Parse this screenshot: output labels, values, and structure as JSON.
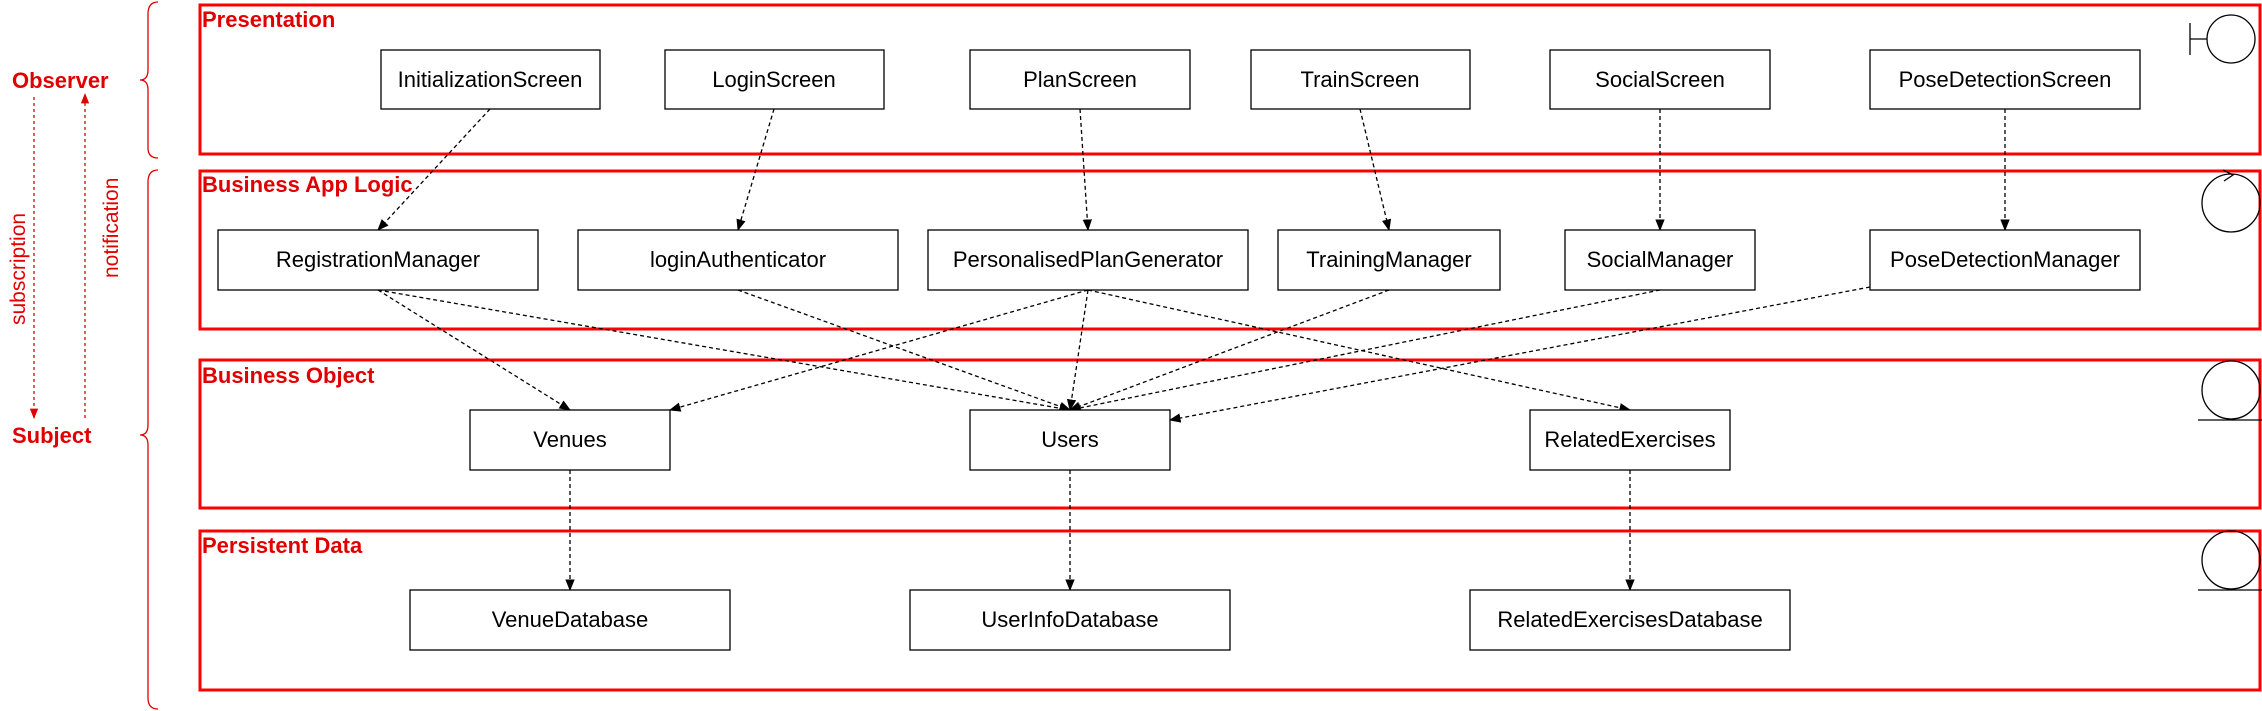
{
  "side": {
    "observer": "Observer",
    "subject": "Subject",
    "subscription": "subscription",
    "notification": "notification"
  },
  "layers": [
    {
      "id": "presentation",
      "title": "Presentation",
      "stereotype": "boundary-icon"
    },
    {
      "id": "logic",
      "title": "Business App Logic",
      "stereotype": "control-icon"
    },
    {
      "id": "object",
      "title": "Business Object",
      "stereotype": "entity-icon"
    },
    {
      "id": "data",
      "title": "Persistent Data",
      "stereotype": "entity-icon"
    }
  ],
  "components": {
    "initialization_screen": "InitializationScreen",
    "login_screen": "LoginScreen",
    "plan_screen": "PlanScreen",
    "train_screen": "TrainScreen",
    "social_screen": "SocialScreen",
    "pose_detection_screen": "PoseDetectionScreen",
    "registration_manager": "RegistrationManager",
    "login_authenticator": "loginAuthenticator",
    "personalised_plan_generator": "PersonalisedPlanGenerator",
    "training_manager": "TrainingManager",
    "social_manager": "SocialManager",
    "pose_detection_manager": "PoseDetectionManager",
    "venues": "Venues",
    "users": "Users",
    "related_exercises": "RelatedExercises",
    "venue_database": "VenueDatabase",
    "user_info_database": "UserInfoDatabase",
    "related_exercises_database": "RelatedExercisesDatabase"
  },
  "dependencies": [
    [
      "initialization_screen",
      "registration_manager"
    ],
    [
      "login_screen",
      "login_authenticator"
    ],
    [
      "plan_screen",
      "personalised_plan_generator"
    ],
    [
      "train_screen",
      "training_manager"
    ],
    [
      "social_screen",
      "social_manager"
    ],
    [
      "pose_detection_screen",
      "pose_detection_manager"
    ],
    [
      "registration_manager",
      "venues"
    ],
    [
      "registration_manager",
      "users"
    ],
    [
      "login_authenticator",
      "users"
    ],
    [
      "personalised_plan_generator",
      "venues"
    ],
    [
      "personalised_plan_generator",
      "users"
    ],
    [
      "personalised_plan_generator",
      "related_exercises"
    ],
    [
      "training_manager",
      "users"
    ],
    [
      "social_manager",
      "users"
    ],
    [
      "pose_detection_manager",
      "users"
    ],
    [
      "venues",
      "venue_database"
    ],
    [
      "users",
      "user_info_database"
    ],
    [
      "related_exercises",
      "related_exercises_database"
    ]
  ]
}
